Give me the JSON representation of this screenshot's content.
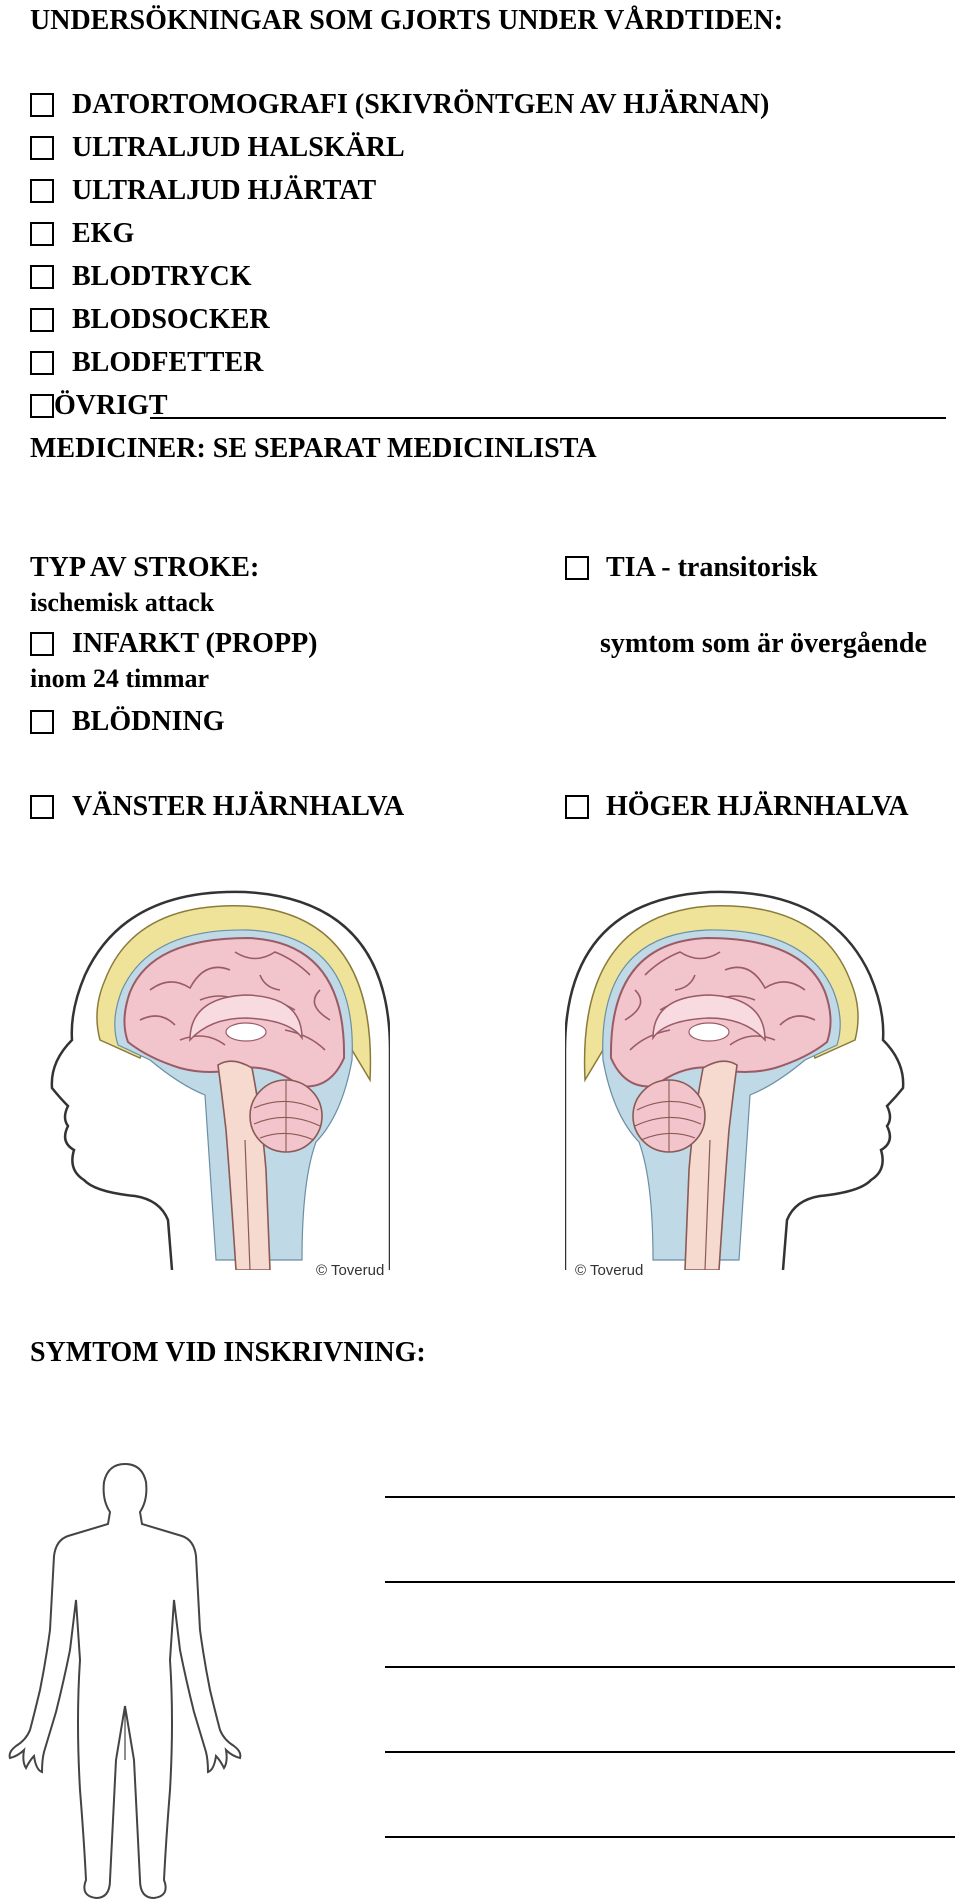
{
  "exams": {
    "heading": "UNDERSÖKNINGAR SOM GJORTS UNDER VÅRDTIDEN:",
    "items": [
      "DATORTOMOGRAFI (SKIVRÖNTGEN AV HJÄRNAN)",
      "ULTRALJUD HALSKÄRL",
      "ULTRALJUD HJÄRTAT",
      "EKG",
      "BLODTRYCK",
      "BLODSOCKER",
      "BLODFETTER"
    ],
    "other_label": "ÖVRIGT",
    "medicines": "MEDICINER:  SE SEPARAT MEDICINLISTA"
  },
  "stroke": {
    "heading": "TYP AV STROKE:",
    "tia_label": "TIA - transitorisk",
    "tia_line2": "ischemisk attack",
    "infarct_label": "INFARKT (PROPP)",
    "tia_line3": "symtom som är övergående",
    "tia_line4": "inom 24 timmar",
    "bleeding_label": "BLÖDNING"
  },
  "hemisphere": {
    "left_label": "VÄNSTER HJÄRNHALVA",
    "right_label": "HÖGER HJÄRNHALVA"
  },
  "brain_figures": {
    "left_credit": "© Toverud",
    "right_credit": "© Toverud",
    "colors": {
      "cortex": "#f2c4cc",
      "gyri_outline": "#9a5b66",
      "skull": "#efe39a",
      "fluid": "#bfd9e6",
      "outline": "#333333"
    }
  },
  "symptoms": {
    "heading": "SYMTOM VID INSKRIVNING:"
  }
}
